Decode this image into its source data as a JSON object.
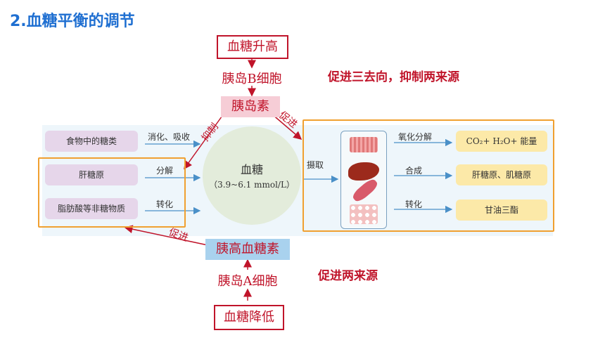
{
  "title": "2.血糖平衡的调节",
  "top": {
    "stimulus": "血糖升高",
    "cell": "胰岛B细胞",
    "hormone": "胰岛素",
    "slogan": "促进三去向，抑制两来源",
    "inhibit": "抑制",
    "promote": "促进"
  },
  "bottom": {
    "stimulus": "血糖降低",
    "cell": "胰岛A细胞",
    "hormone": "胰高血糖素",
    "slogan": "促进两来源",
    "promote": "促进"
  },
  "center": {
    "label": "血糖",
    "range": "（3.9~6.1 mmol/L）"
  },
  "sources": [
    {
      "label": "食物中的糖类",
      "arrow": "消化、吸收"
    },
    {
      "label": "肝糖原",
      "arrow": "分解"
    },
    {
      "label": "脂肪酸等非糖物质",
      "arrow": "转化"
    }
  ],
  "uptake": "摄取",
  "outputs": [
    {
      "arrow": "氧化分解",
      "label": "CO₂+ H₂O+ 能量"
    },
    {
      "arrow": "合成",
      "label": "肝糖原、肌糖原"
    },
    {
      "arrow": "转化",
      "label": "甘油三酯"
    }
  ],
  "colors": {
    "title": "#1f6fd1",
    "red": "#c0142a",
    "orange_frame": "#f0a030",
    "panel_bg": "#eef6fb",
    "purple_box": "#e6d6ea",
    "yellow_box": "#fce9a8",
    "insulin_bg": "#f6cdd6",
    "glucagon_bg": "#a9d2ee",
    "circle": "#e3ecdb"
  }
}
